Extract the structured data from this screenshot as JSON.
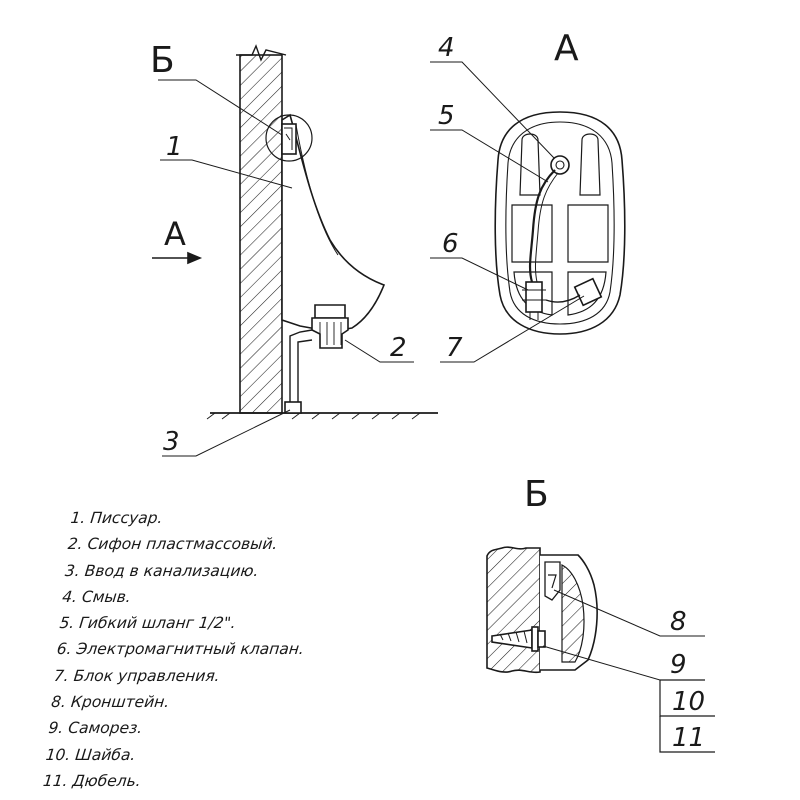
{
  "views": {
    "section_b_label": "Б",
    "view_a_label": "А",
    "arrow_a_label": "А",
    "detail_b_label": "Б"
  },
  "callouts": {
    "c1": "1",
    "c2": "2",
    "c3": "3",
    "c4": "4",
    "c5": "5",
    "c6": "6",
    "c7": "7",
    "c8": "8",
    "c9": "9",
    "c10": "10",
    "c11": "11"
  },
  "legend": [
    "1. Писсуар.",
    "2. Сифон пластмассовый.",
    "3. Ввод в канализацию.",
    "4. Смыв.",
    "5. Гибкий шланг 1/2\".",
    "6. Электромагнитный клапан.",
    "7. Блок управления.",
    "8. Кронштейн.",
    "9. Саморез.",
    "10. Шайба.",
    "11. Дюбель."
  ]
}
